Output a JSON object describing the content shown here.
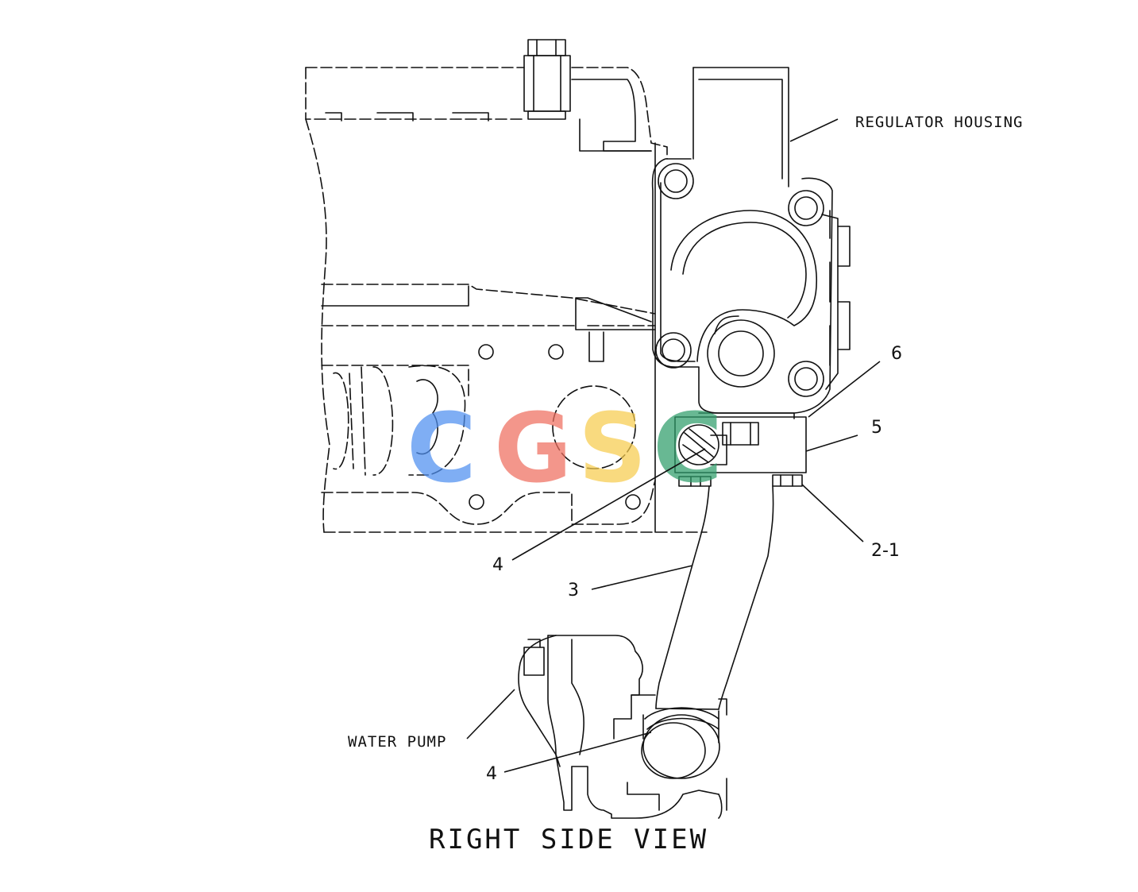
{
  "labels": {
    "regulator_housing": "REGULATOR HOUSING",
    "water_pump": "WATER PUMP",
    "view_title": "RIGHT SIDE VIEW"
  },
  "callouts": {
    "c6": "6",
    "c5": "5",
    "c2_1": "2-1",
    "c4_upper": "4",
    "c3": "3",
    "c4_lower": "4"
  },
  "watermark": {
    "letters": [
      "C",
      "G",
      "S",
      "C"
    ],
    "colors": [
      "#4f8ff0",
      "#ef6f5f",
      "#f7cd4f",
      "#2f9e6a"
    ]
  }
}
